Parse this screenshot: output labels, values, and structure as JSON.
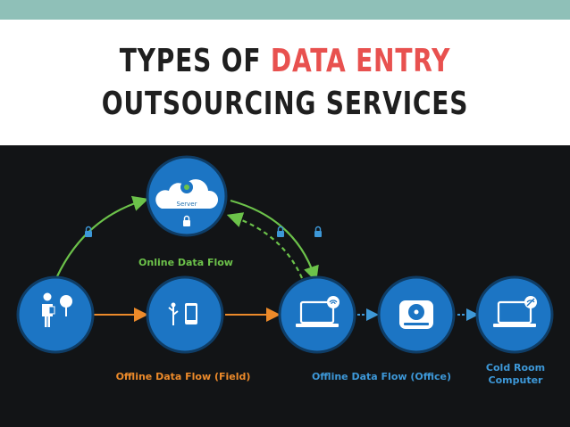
{
  "header": {
    "title_line1_part1": "TYPES OF ",
    "title_line1_accent": "DATA ENTRY",
    "title_line2": "OUTSOURCING SERVICES"
  },
  "diagram": {
    "server_label": "Server",
    "online_flow_label": "Online Data Flow",
    "offline_field_label": "Offline Data Flow (Field)",
    "offline_office_label": "Offline Data Flow (Office)",
    "cold_room_line1": "Cold Room",
    "cold_room_line2": "Computer"
  },
  "colors": {
    "top_bar": "#8fc0b8",
    "title_accent": "#e8514f",
    "panel_bg": "#121416",
    "node_blue": "#1c75c4",
    "green_flow": "#6cc24a",
    "orange_flow": "#ec8a2a",
    "blue_flow": "#3d98d8"
  },
  "icons": [
    "person-tree-icon",
    "usb-phone-icon",
    "laptop-wifi-icon",
    "hard-drive-icon",
    "laptop-nowifi-icon",
    "cloud-icon",
    "lock-icon"
  ]
}
